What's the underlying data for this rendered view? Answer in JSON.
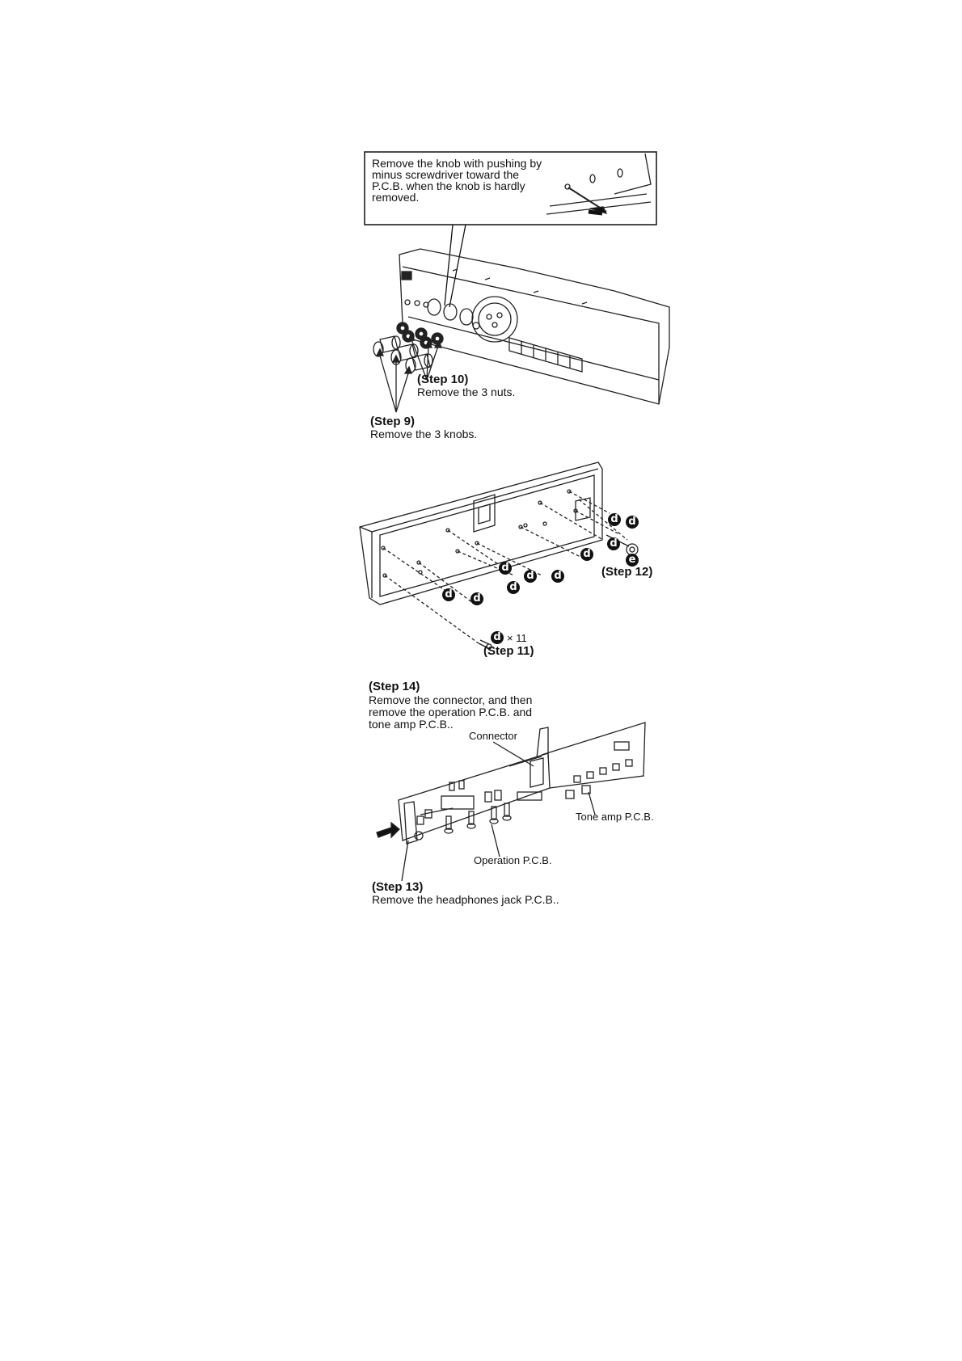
{
  "callout": {
    "text": "Remove the knob with pushing by minus screwdriver toward the P.C.B. when the knob is hardly removed."
  },
  "steps": {
    "step9": {
      "title": "(Step 9)",
      "desc": "Remove the 3 knobs."
    },
    "step10": {
      "title": "(Step 10)",
      "desc": "Remove the 3 nuts."
    },
    "step11": {
      "title": "(Step 11)",
      "count": "× 11"
    },
    "step12": {
      "title": "(Step 12)"
    },
    "step13": {
      "title": "(Step 13)",
      "desc": "Remove the headphones jack P.C.B.."
    },
    "step14": {
      "title": "(Step 14)",
      "desc_line1": "Remove the connector, and then",
      "desc_line2": "remove the operation P.C.B. and",
      "desc_line3": "tone amp P.C.B.."
    }
  },
  "labels": {
    "connector": "Connector",
    "tone_amp": "Tone amp P.C.B.",
    "operation": "Operation P.C.B."
  },
  "markers": {
    "screw_d": "d",
    "screw_e": "e"
  }
}
